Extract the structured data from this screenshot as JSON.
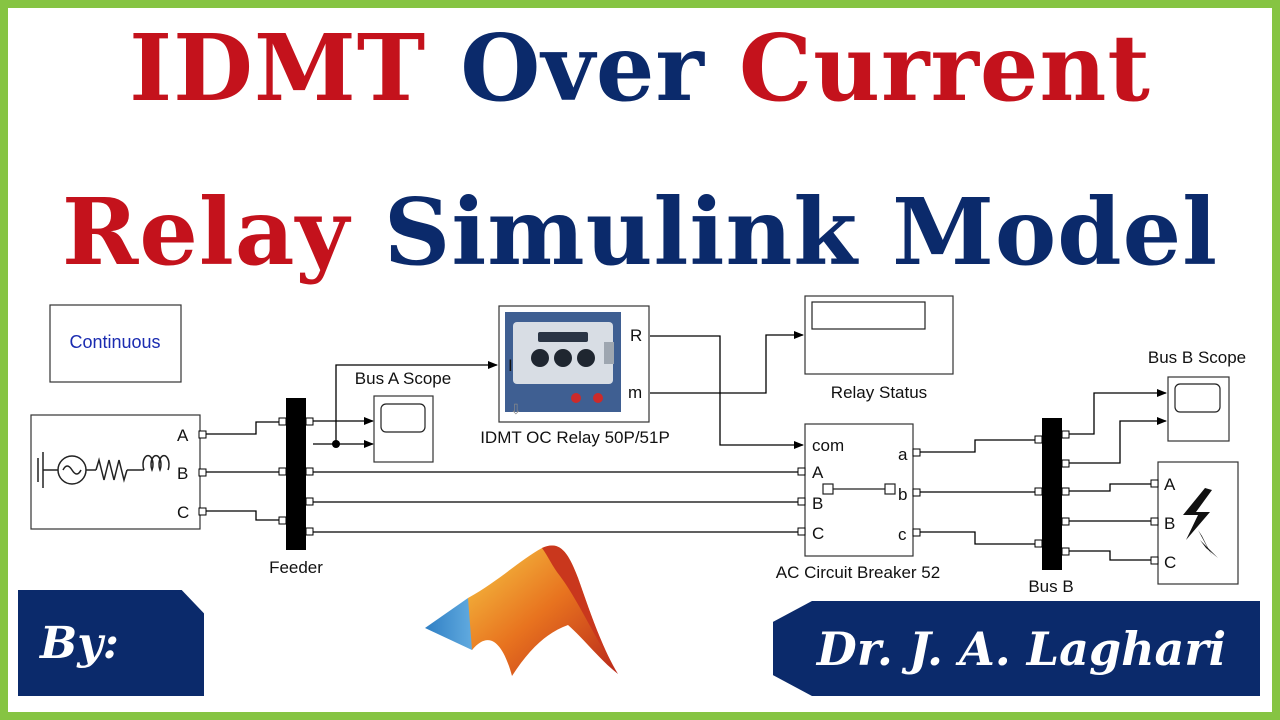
{
  "title": {
    "line1": {
      "word1": "IDMT",
      "word2": "Over",
      "word3": "Current"
    },
    "line2": {
      "word1": "Relay",
      "word2": "Simulink",
      "word3": "Model"
    }
  },
  "blocks": {
    "powergui": "Continuous",
    "source_ports": [
      "A",
      "B",
      "C"
    ],
    "feeder": "Feeder",
    "bus_a_scope": "Bus A Scope",
    "relay": {
      "label": "IDMT OC Relay 50P/51P",
      "input_port": "I",
      "output_port_r": "R",
      "output_port_m": "m"
    },
    "relay_status": "Relay Status",
    "breaker": {
      "label": "AC  Circuit Breaker 52",
      "com_port": "com",
      "in_ports": [
        "A",
        "B",
        "C"
      ],
      "out_ports": [
        "a",
        "b",
        "c"
      ]
    },
    "bus_b": "Bus B",
    "bus_b_scope": "Bus B Scope",
    "fault_ports": [
      "A",
      "B",
      "C"
    ]
  },
  "footer": {
    "by": "By:",
    "author": "Dr. J. A. Laghari"
  },
  "colors": {
    "red": "#c4121c",
    "navy": "#0b2a6b",
    "frame_green": "#86c443"
  }
}
